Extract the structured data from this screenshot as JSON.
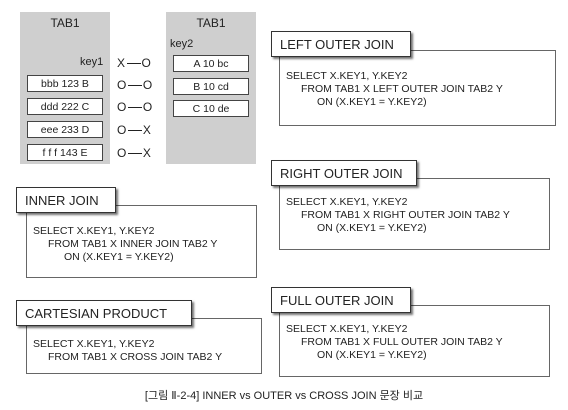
{
  "tab1": {
    "title": "TAB1",
    "key_label": "key1",
    "rows": [
      "bbb 123 B",
      "ddd 222 C",
      "eee 233 D",
      "f f f 143 E"
    ]
  },
  "tab2": {
    "title": "TAB1",
    "key_label": "key2",
    "rows": [
      "A 10 bc",
      "B 10 cd",
      "C 10 de"
    ]
  },
  "mappings": [
    {
      "left": "X",
      "right": "O"
    },
    {
      "left": "O",
      "right": "O"
    },
    {
      "left": "O",
      "right": "O"
    },
    {
      "left": "O",
      "right": "X"
    },
    {
      "left": "O",
      "right": "X"
    }
  ],
  "joins": {
    "left_outer": {
      "title": "LEFT OUTER JOIN",
      "lines": [
        "SELECT X.KEY1, Y.KEY2",
        "FROM TAB1 X LEFT OUTER JOIN TAB2 Y",
        "ON (X.KEY1 = Y.KEY2)"
      ]
    },
    "right_outer": {
      "title": "RIGHT OUTER JOIN",
      "lines": [
        "SELECT X.KEY1, Y.KEY2",
        "FROM TAB1 X RIGHT OUTER JOIN TAB2 Y",
        "ON (X.KEY1 = Y.KEY2)"
      ]
    },
    "inner": {
      "title": "INNER JOIN",
      "lines": [
        "SELECT X.KEY1, Y.KEY2",
        "FROM TAB1 X INNER JOIN TAB2 Y",
        "ON (X.KEY1 = Y.KEY2)"
      ]
    },
    "cartesian": {
      "title": "CARTESIAN PRODUCT",
      "lines": [
        "SELECT X.KEY1, Y.KEY2",
        "FROM TAB1 X CROSS JOIN TAB2 Y"
      ]
    },
    "full_outer": {
      "title": "FULL OUTER JOIN",
      "lines": [
        "SELECT X.KEY1, Y.KEY2",
        "FROM TAB1 X FULL OUTER JOIN TAB2 Y",
        "ON (X.KEY1 = Y.KEY2)"
      ]
    }
  },
  "caption": "[그림 Ⅱ-2-4] INNER vs OUTER vs CROSS JOIN 문장 비교"
}
